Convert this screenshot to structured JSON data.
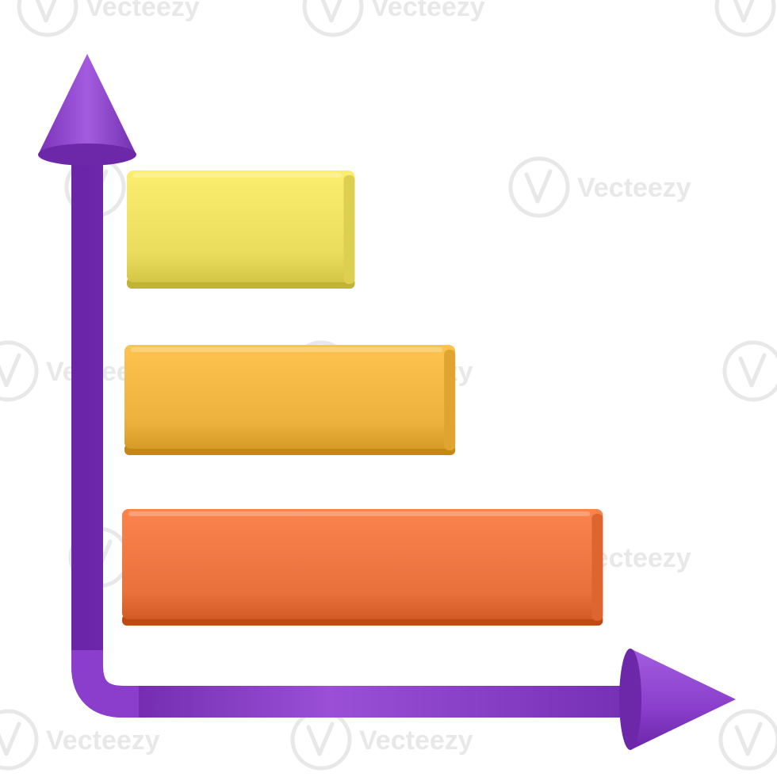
{
  "chart_data": {
    "type": "bar",
    "orientation": "horizontal",
    "title": "",
    "xlabel": "",
    "ylabel": "",
    "grid": false,
    "categories": [
      "",
      "",
      ""
    ],
    "values": [
      5,
      6.7,
      9.2
    ],
    "xlim": [
      0,
      10
    ],
    "bar_colors": [
      "#e9dc5c",
      "#ecb13c",
      "#e8713c"
    ],
    "axis_color": "#8a3ecb"
  },
  "watermark": {
    "text": "Vecteezy",
    "color": "#d6d6d6"
  }
}
